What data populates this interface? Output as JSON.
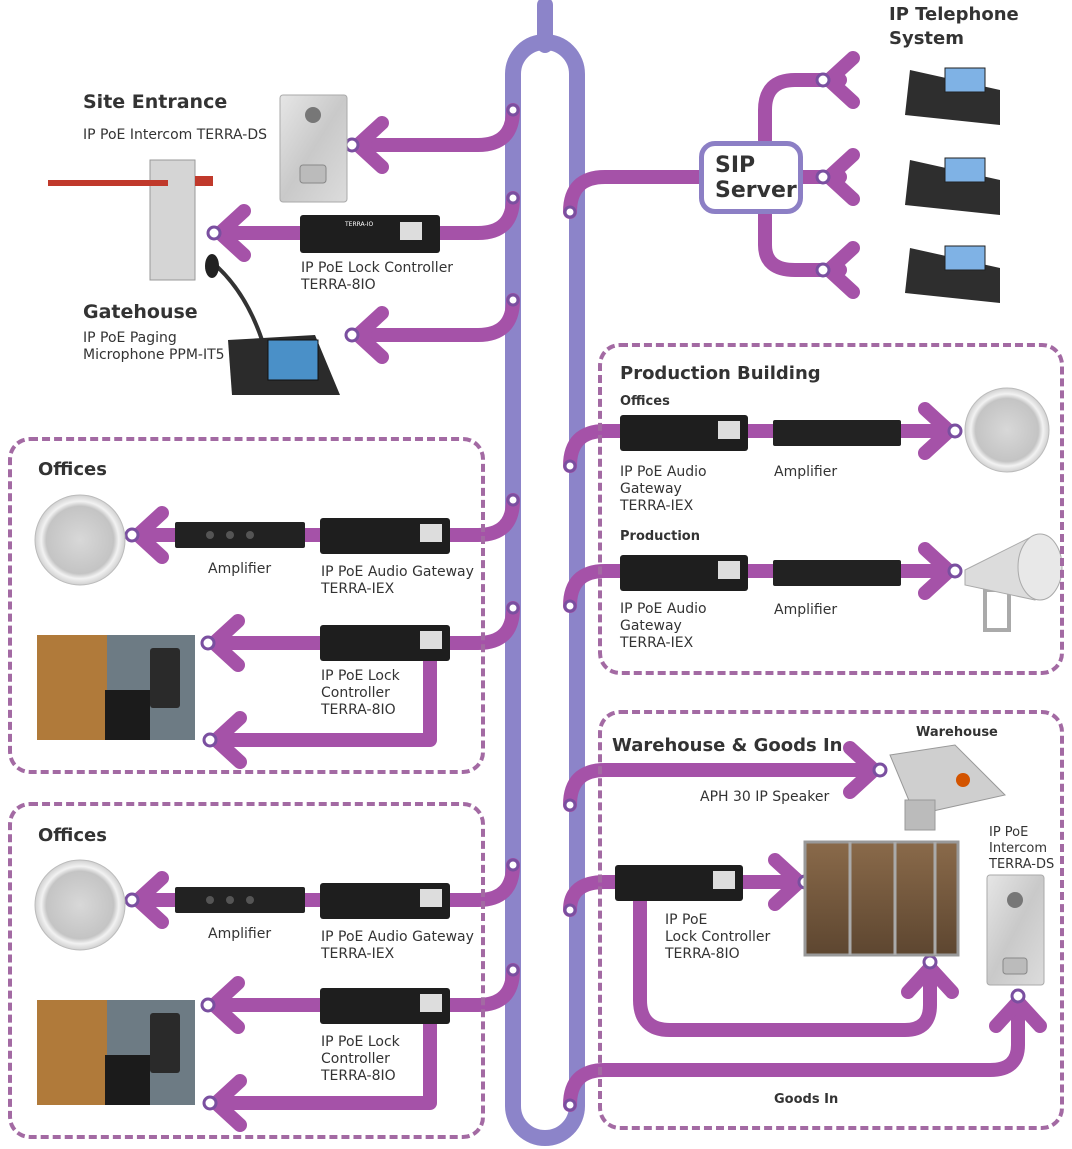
{
  "colors": {
    "backbone": "#8c84c9",
    "branch": "#a552a8",
    "arrow_tip": "#7a4fa0",
    "zone_border": "#a36aa3"
  },
  "top_left": {
    "site_entrance_title": "Site Entrance",
    "site_entrance_device": "IP PoE Intercom TERRA-DS",
    "lock_controller_label": "IP PoE Lock Controller\nTERRA-8IO",
    "gatehouse_title": "Gatehouse",
    "gatehouse_device": "IP PoE Paging\nMicrophone PPM-IT5"
  },
  "telephone": {
    "title": "IP Telephone\nSystem",
    "sip_server": "SIP\nServer"
  },
  "offices_1": {
    "title": "Offices",
    "amplifier": "Amplifier",
    "audio_gateway": "IP PoE Audio Gateway\nTERRA-IEX",
    "lock_controller": "IP PoE Lock\nController\nTERRA-8IO"
  },
  "offices_2": {
    "title": "Offices",
    "amplifier": "Amplifier",
    "audio_gateway": "IP PoE Audio Gateway\nTERRA-IEX",
    "lock_controller": "IP PoE Lock\nController\nTERRA-8IO"
  },
  "production": {
    "title": "Production Building",
    "offices_sub": "Offices",
    "gateway_1": "IP PoE Audio\nGateway\nTERRA-IEX",
    "amplifier_1": "Amplifier",
    "production_sub": "Production",
    "gateway_2": "IP PoE Audio\nGateway\nTERRA-IEX",
    "amplifier_2": "Amplifier"
  },
  "warehouse": {
    "title": "Warehouse & Goods In",
    "warehouse_sub": "Warehouse",
    "speaker": "APH 30 IP Speaker",
    "lock_controller": "IP PoE\nLock Controller\nTERRA-8IO",
    "intercom": "IP PoE\nIntercom\nTERRA-DS",
    "goods_in": "Goods In"
  },
  "device_labels": {
    "terra_io": "TERRA-IO",
    "terra_8io": "TERRA-8IO",
    "terra_iex": "TERRA-IEX"
  }
}
